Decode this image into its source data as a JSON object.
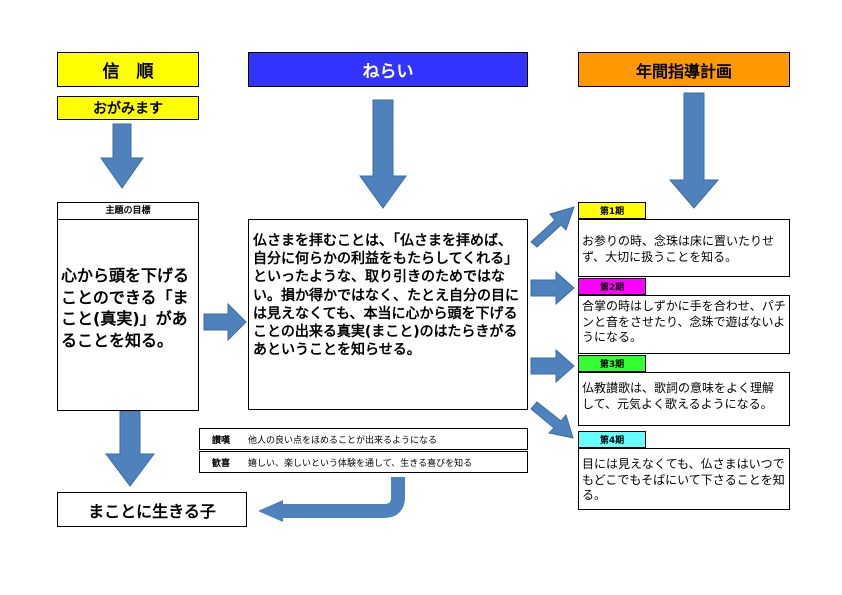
{
  "colors": {
    "shinjun": "#ffff00",
    "nerai": "#3333ff",
    "nenkan": "#ff9900",
    "arrow": "#4f81bd",
    "period1": "#ffff00",
    "period2": "#ff00ff",
    "period3": "#33ff33",
    "period4": "#66ffff"
  },
  "headers": {
    "shinjun": "信　順",
    "nerai": "ねらい",
    "nenkan": "年間指導計画"
  },
  "shinjun_sub": "おがみます",
  "theme": {
    "title": "主題の目標",
    "body": "心から頭を下げることのできる「まこと(真実)」があることを知る。"
  },
  "nerai_body": "仏さまを拝むことは、「仏さまを拝めば、自分に何らかの利益をもたらしてくれる」といったような、取り引きのためではない。損か得かではなく、たとえ自分の目には見えなくても、本当に心から頭を下げることの出来る真実(まこと)のはたらきがるあということを知らせる。",
  "virtues": [
    {
      "key": "讃嘆",
      "text": "他人の良い点をほめることが出来るようになる"
    },
    {
      "key": "歓喜",
      "text": "嬉しい、楽しいという体験を通して、生きる喜びを知る"
    }
  ],
  "result": "まことに生きる子",
  "periods": [
    {
      "label": "第1期",
      "text": "お参りの時、念珠は床に置いたりせず、大切に扱うことを知る。"
    },
    {
      "label": "第2期",
      "text": "合掌の時はしずかに手を合わせ、パチンと音をさせたり、念珠で遊ばないようになる。"
    },
    {
      "label": "第3期",
      "text": "仏教讃歌は、歌詞の意味をよく理解して、元気よく歌えるようになる。"
    },
    {
      "label": "第4期",
      "text": "目には見えなくても、仏さまはいつでもどこでもそばにいて下さることを知る。"
    }
  ]
}
